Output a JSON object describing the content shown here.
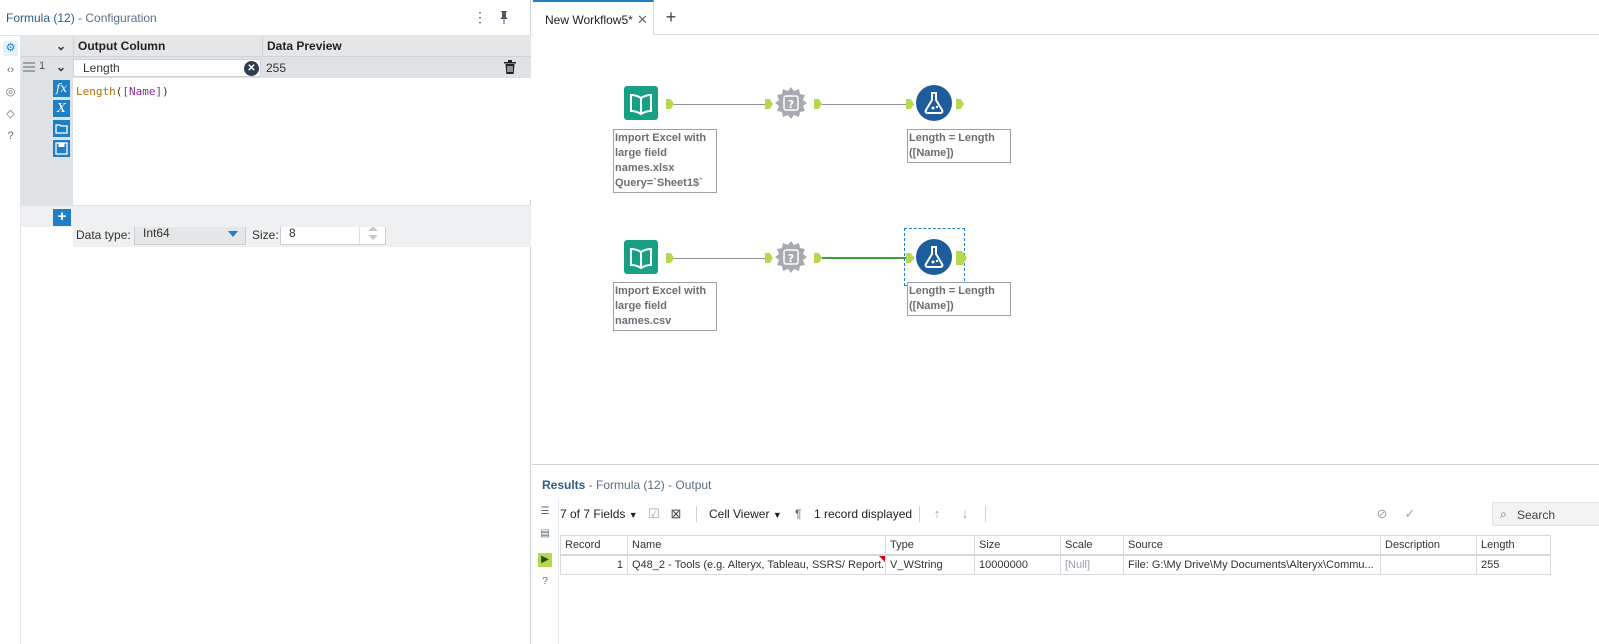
{
  "config": {
    "title_tool": "Formula (12)",
    "title_rest": " - Configuration",
    "grid": {
      "col_output": "Output Column",
      "col_preview": "Data Preview",
      "row_number": "1",
      "output_value": "Length",
      "preview_value": "255"
    },
    "expression": {
      "fn": "Length",
      "open": "(",
      "field": "[Name]",
      "close": ")"
    },
    "data_type_label": "Data type:",
    "data_type_value": "Int64",
    "size_label": "Size:",
    "size_value": "8"
  },
  "tabs": {
    "active_label": "New Workflow5*"
  },
  "canvas": {
    "nodes": {
      "input1_label": "Import Excel with large field names.xlsx Query=`Sheet1$`",
      "formula1_label": "Length = Length ([Name])",
      "input2_label": "Import Excel with large field names.csv",
      "formula2_label": "Length = Length ([Name])"
    },
    "colors": {
      "input_tool": "#19a084",
      "formula_tool": "#1d5d9b",
      "connection_active": "#3aa33a",
      "anchor": "#b6d74f"
    }
  },
  "results": {
    "title_label": "Results",
    "title_rest": " - Formula (12) - Output",
    "fields_label": "7 of 7 Fields",
    "cell_viewer_label": "Cell Viewer",
    "records_label": "1 record displayed",
    "search_placeholder": "Search",
    "columns": [
      "Record",
      "Name",
      "Type",
      "Size",
      "Scale",
      "Source",
      "Description",
      "Length"
    ],
    "rows": [
      [
        "1",
        "Q48_2 - Tools (e.g. Alteryx, Tableau, SSRS/ Report...",
        "V_WString",
        "10000000",
        "[Null]",
        "File: G:\\My Drive\\My Documents\\Alteryx\\Commu...",
        "",
        "255"
      ]
    ]
  }
}
